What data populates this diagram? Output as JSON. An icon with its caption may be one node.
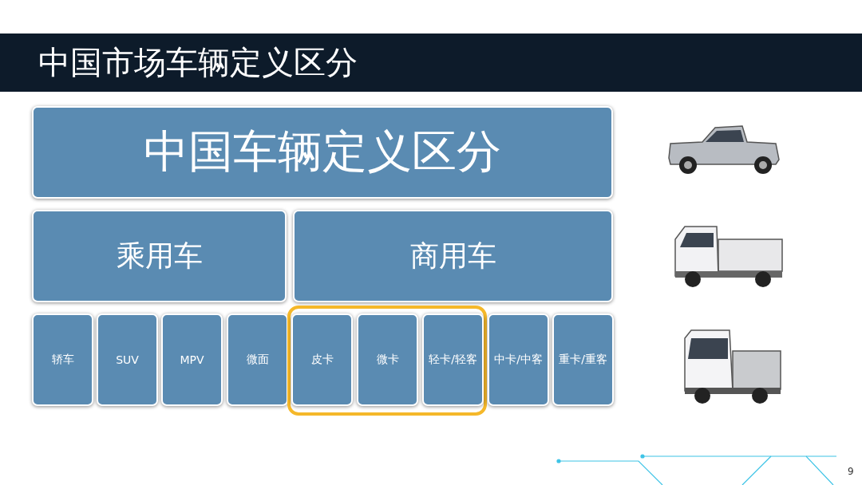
{
  "diagram": {
    "title": "中国市场车辆定义区分",
    "nodes": [
      {
        "text": [
          "中国车辆定义区分"
        ]
      },
      {
        "text": [
          "乘用车"
        ]
      },
      {
        "text": [
          "商用车"
        ]
      },
      {
        "text": [
          "轿车"
        ]
      },
      {
        "text": [
          "SUV"
        ]
      },
      {
        "text": [
          "MPV"
        ]
      },
      {
        "text": [
          "微面"
        ]
      },
      {
        "text": [],
        "shape": "box"
      },
      {
        "text": [
          "皮卡"
        ],
        "in": 7
      },
      {
        "text": [
          "微卡"
        ],
        "in": 7
      },
      {
        "text": [
          "轻卡/轻客"
        ],
        "in": 7
      },
      {
        "text": [
          "中卡/中客"
        ]
      },
      {
        "text": [
          "重卡/重客"
        ]
      }
    ],
    "edges": [],
    "labels": [
      "9"
    ]
  }
}
